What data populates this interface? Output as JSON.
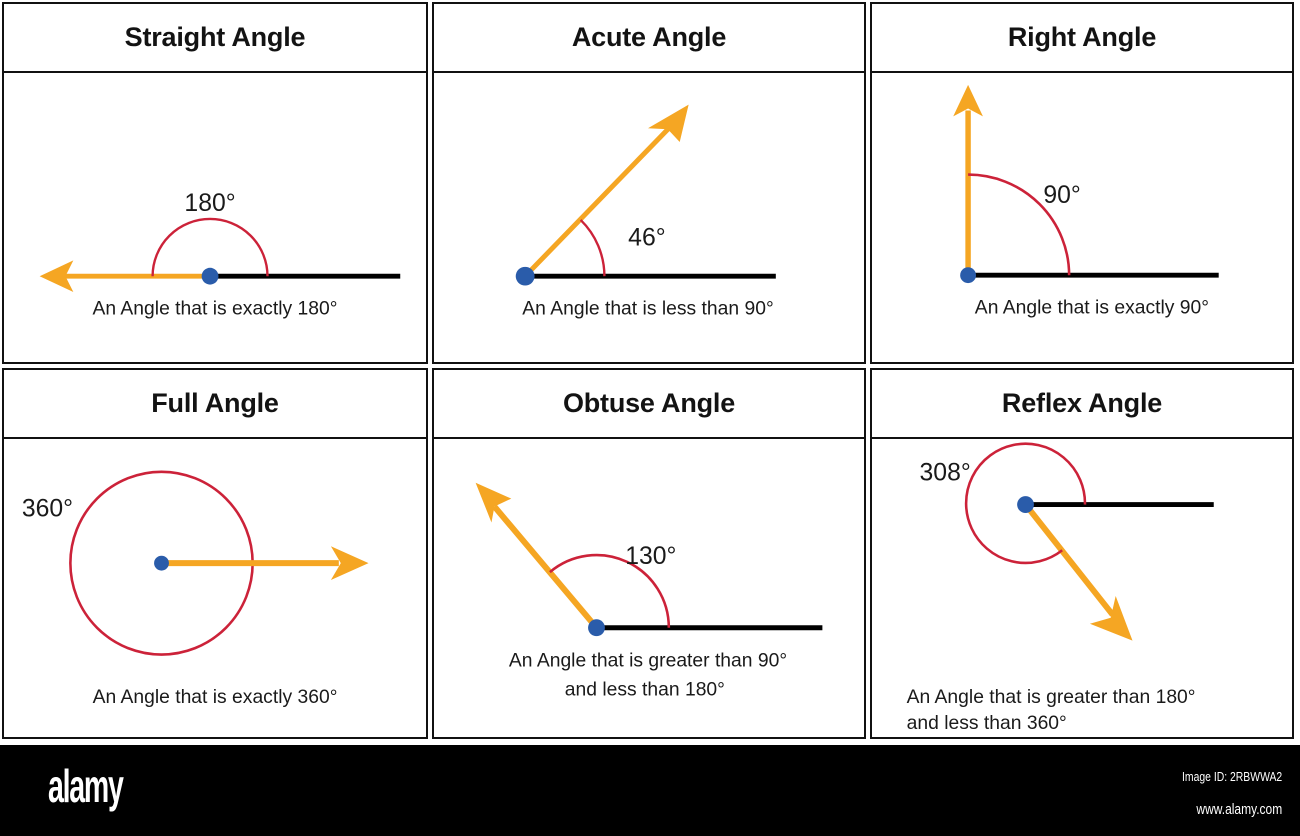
{
  "panels": [
    {
      "id": "straight-angle",
      "title": "Straight Angle",
      "measure": "180°",
      "caption_line1": "An Angle that is exactly 180°",
      "caption_line2": ""
    },
    {
      "id": "acute-angle",
      "title": "Acute Angle",
      "measure": "46°",
      "caption_line1": "An Angle that is less than 90°",
      "caption_line2": ""
    },
    {
      "id": "right-angle",
      "title": "Right Angle",
      "measure": "90°",
      "caption_line1": "An Angle that is exactly 90°",
      "caption_line2": ""
    },
    {
      "id": "full-angle",
      "title": "Full Angle",
      "measure": "360°",
      "caption_line1": "An Angle that is exactly 360°",
      "caption_line2": ""
    },
    {
      "id": "obtuse-angle",
      "title": "Obtuse Angle",
      "measure": "130°",
      "caption_line1": "An Angle that is greater than 90°",
      "caption_line2": "and less than 180°"
    },
    {
      "id": "reflex-angle",
      "title": "Reflex Angle",
      "measure": "308°",
      "caption_line1": "An Angle that is greater than 180°",
      "caption_line2": "and less than 360°"
    }
  ],
  "footer": {
    "logo": "alamy",
    "image_id": "Image ID: 2RBWWA2",
    "url": "www.alamy.com"
  },
  "colors": {
    "arrow_orange": "#F5A623",
    "arc_red": "#CC2239",
    "vertex_blue": "#2A5CAA",
    "ray_black": "#000000",
    "border": "#111111",
    "footer_bg": "#000000"
  },
  "chart_data": {
    "type": "diagram",
    "title": "Types of Angles",
    "items": [
      {
        "name": "Straight Angle",
        "degrees": 180,
        "rule": "exactly 180°"
      },
      {
        "name": "Acute Angle",
        "degrees": 46,
        "rule": "less than 90°"
      },
      {
        "name": "Right Angle",
        "degrees": 90,
        "rule": "exactly 90°"
      },
      {
        "name": "Full Angle",
        "degrees": 360,
        "rule": "exactly 360°"
      },
      {
        "name": "Obtuse Angle",
        "degrees": 130,
        "rule": "greater than 90° and less than 180°"
      },
      {
        "name": "Reflex Angle",
        "degrees": 308,
        "rule": "greater than 180° and less than 360°"
      }
    ]
  }
}
